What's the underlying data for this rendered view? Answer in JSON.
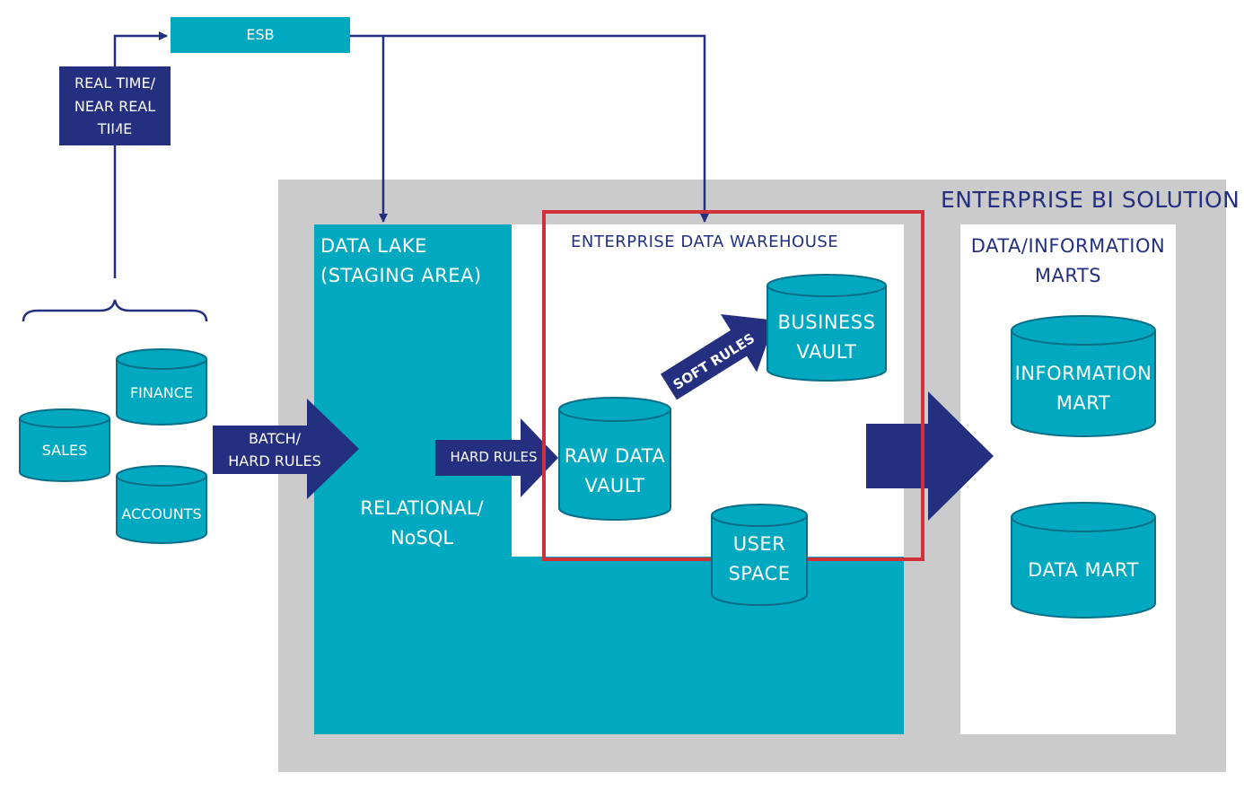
{
  "colors": {
    "teal": "#00a9bf",
    "navy": "#24307f",
    "gray": "#cbcbcb",
    "red": "#d0303a",
    "cylinder_outline": "#0a6e88"
  },
  "esb": {
    "label": "ESB"
  },
  "realtime": {
    "label": "REAL TIME/\nNEAR REAL\nTIME"
  },
  "sources": [
    {
      "label": "SALES"
    },
    {
      "label": "FINANCE"
    },
    {
      "label": "ACCOUNTS"
    }
  ],
  "batch_arrow": {
    "label": "BATCH/\nHARD RULES"
  },
  "enterprise": {
    "title": "ENTERPRISE BI SOLUTION"
  },
  "data_lake": {
    "title": "DATA LAKE\n(STAGING AREA)",
    "subtitle": "RELATIONAL/\nNoSQL"
  },
  "hard_rules": {
    "label": "HARD RULES"
  },
  "edw": {
    "title": "ENTERPRISE DATA WAREHOUSE"
  },
  "soft_rules": {
    "label": "SOFT RULES"
  },
  "vaults": {
    "raw": "RAW DATA\nVAULT",
    "business": "BUSINESS\nVAULT",
    "user_space": "USER\nSPACE"
  },
  "marts": {
    "title": "DATA/INFORMATION\nMARTS",
    "information_mart": "INFORMATION\nMART",
    "data_mart": "DATA MART"
  },
  "icons": [
    "cylinder-icon",
    "arrow-icon",
    "brace-icon"
  ]
}
